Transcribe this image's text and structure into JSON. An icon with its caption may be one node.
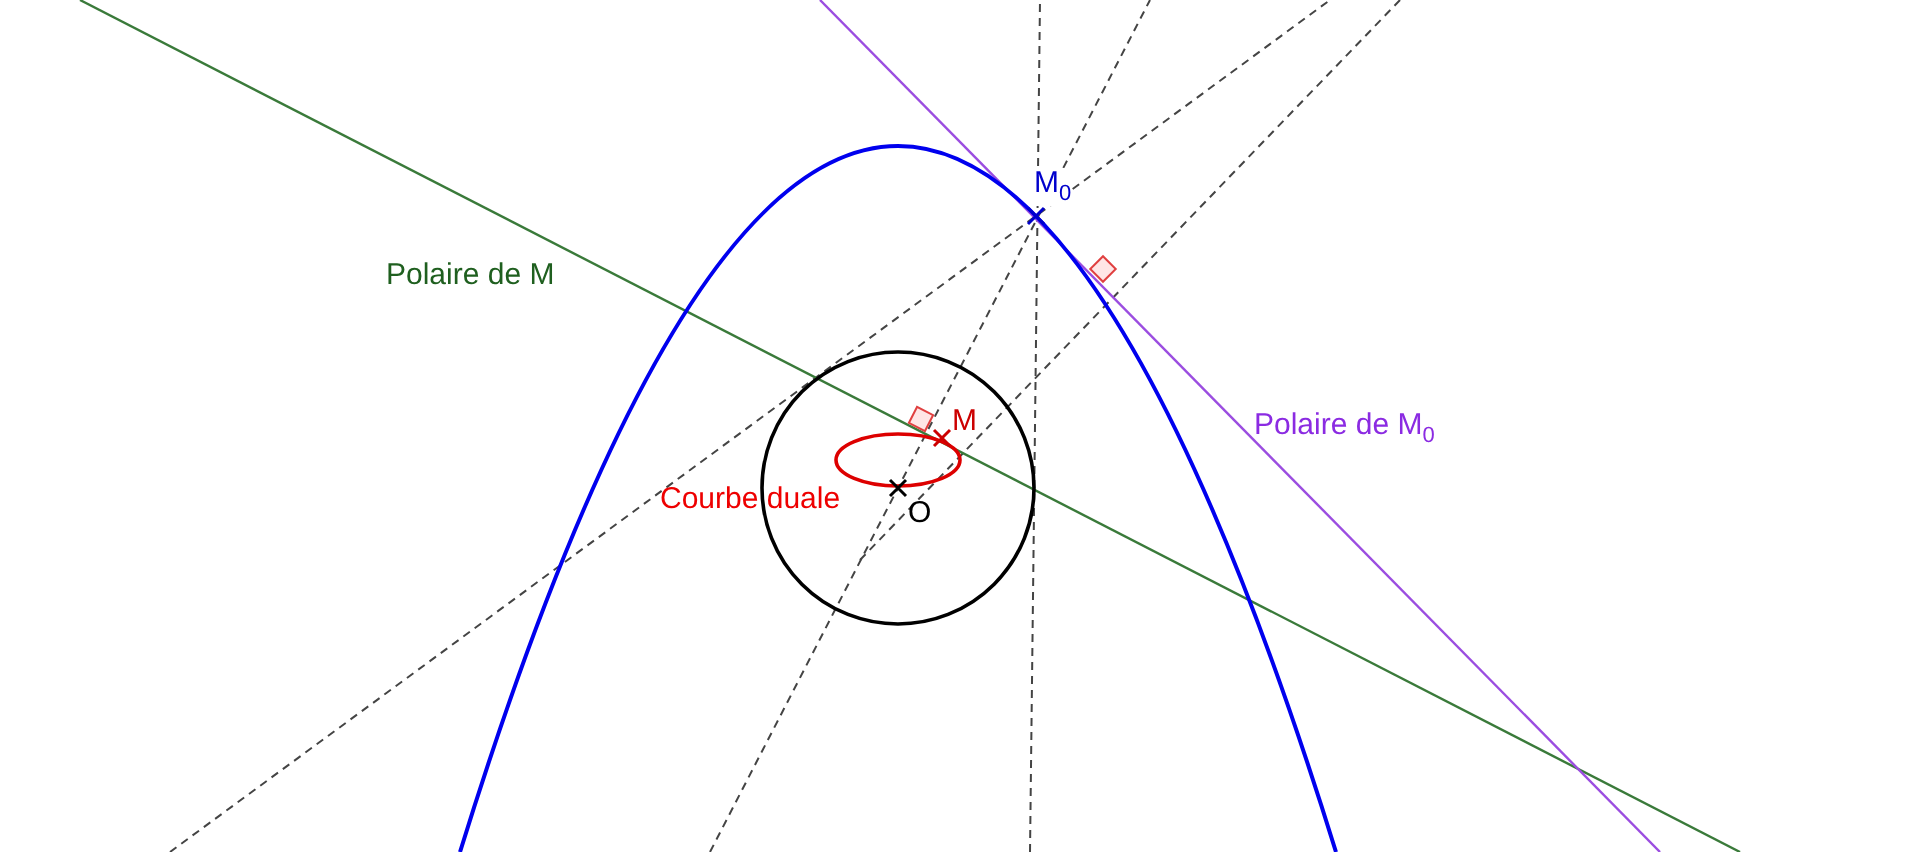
{
  "diagram": {
    "labels": [
      "M$_{0}$",
      "Polaire de M",
      "M",
      "Courbe duale",
      "O",
      "Polaire de M$_{0}$"
    ]
  }
}
